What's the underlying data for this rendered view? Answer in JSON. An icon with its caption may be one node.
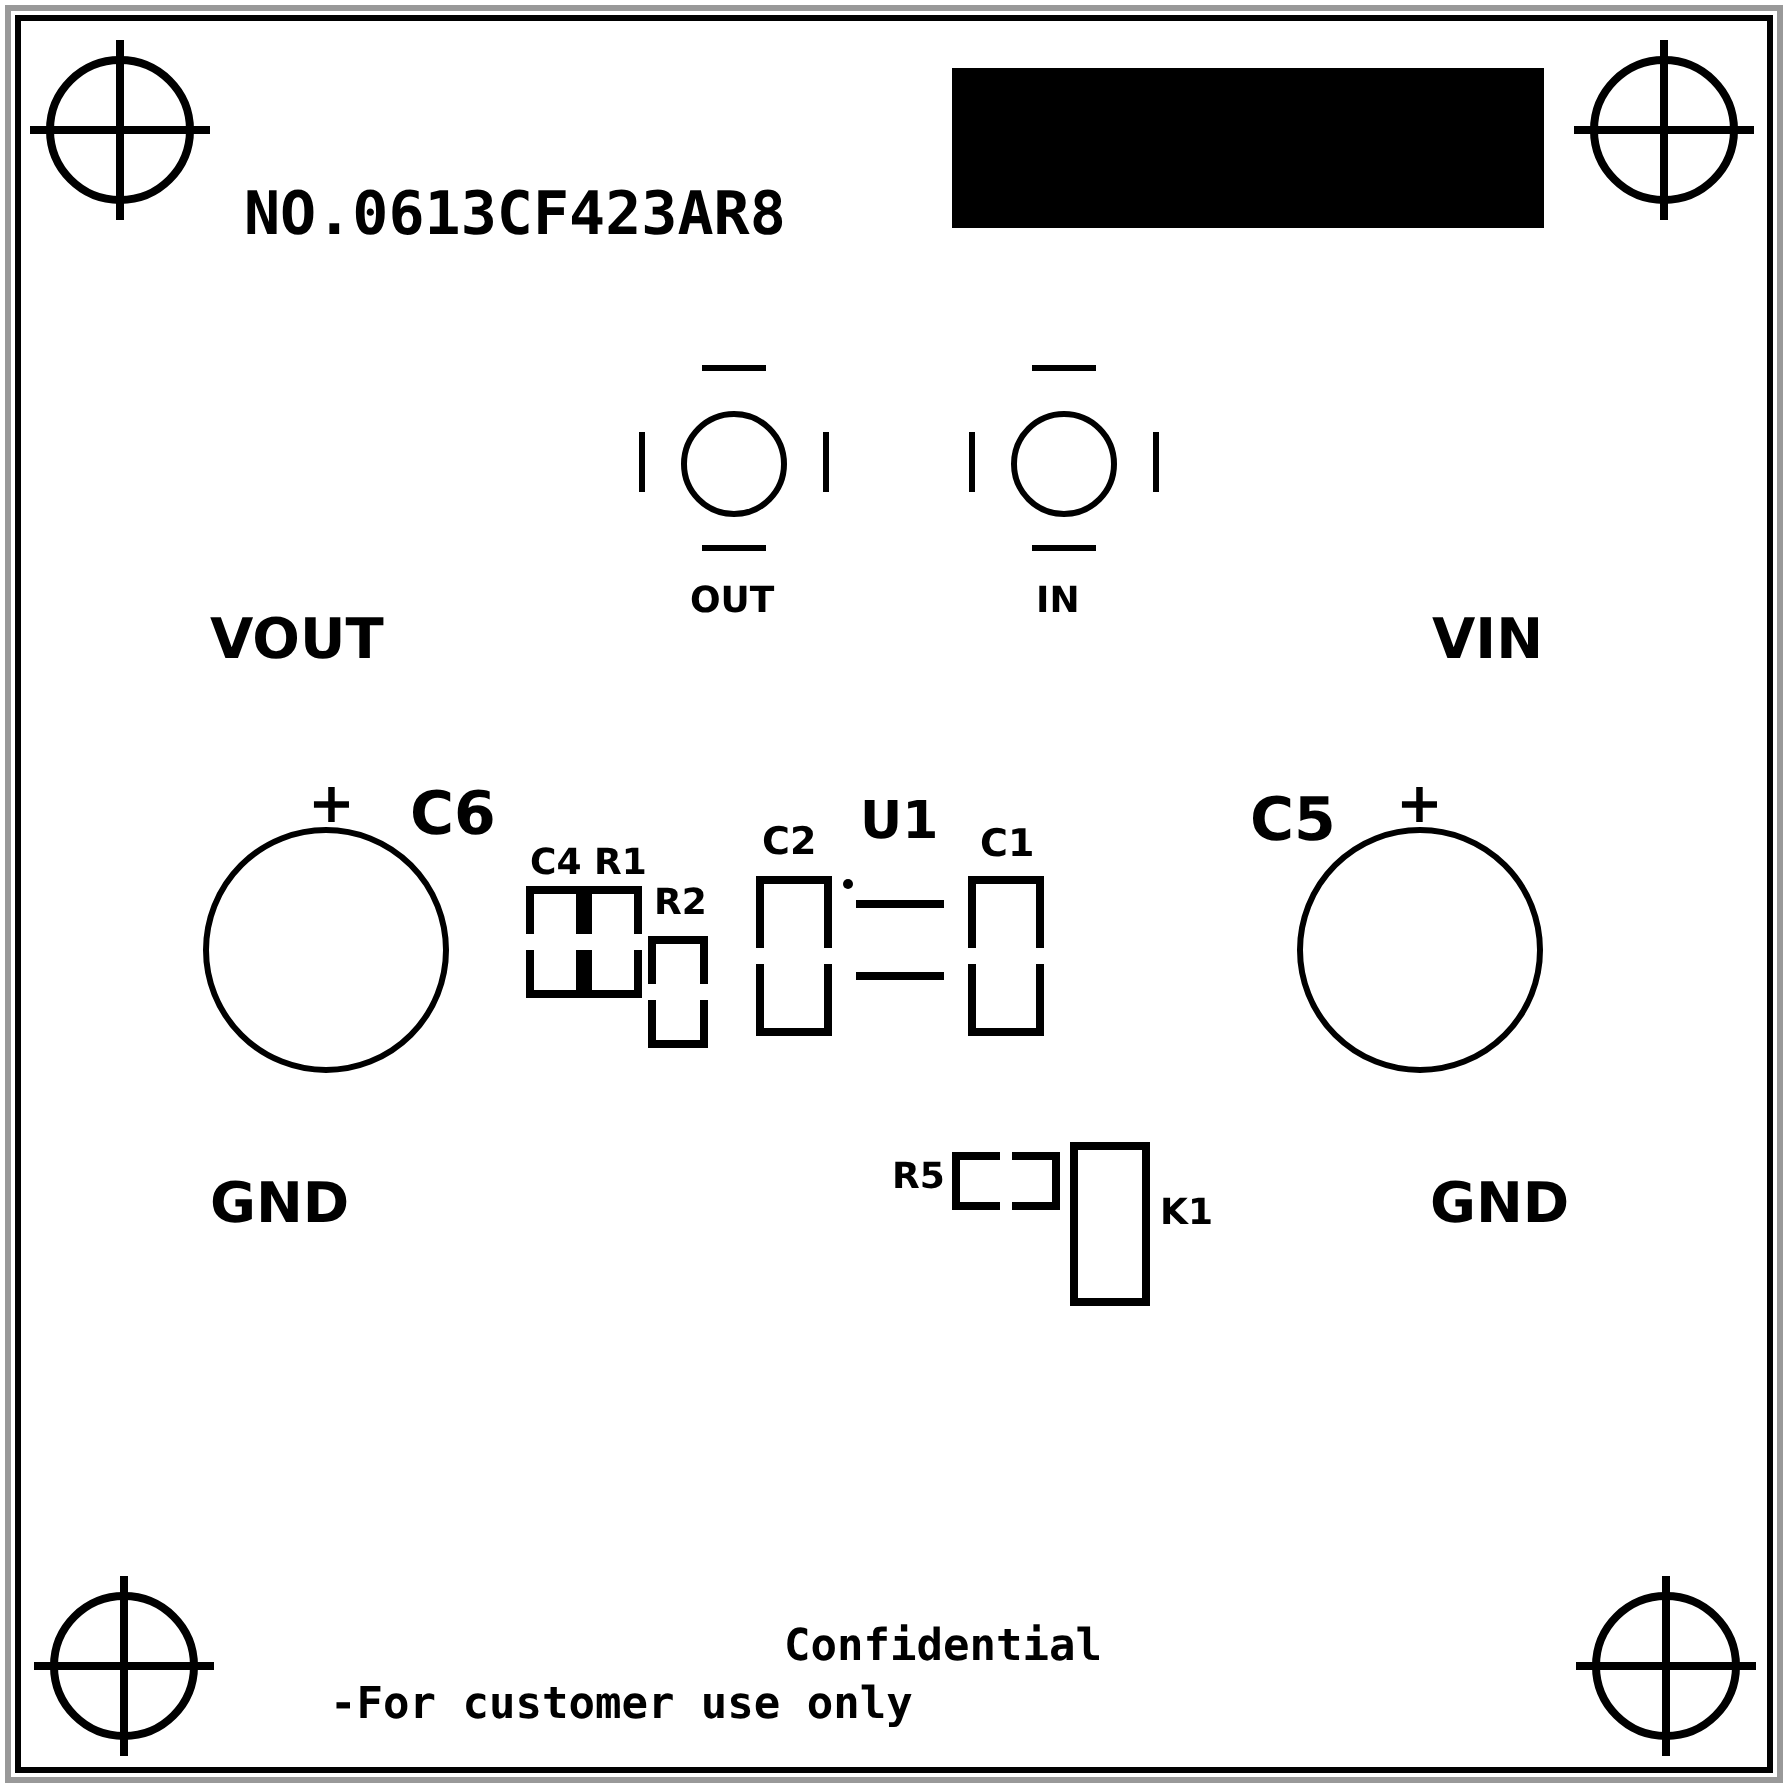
{
  "diagram": {
    "labels": [
      "NO.0613CF423AR8",
      "OUT",
      "IN",
      "VOUT",
      "VIN",
      "+",
      "C6",
      "U1",
      "C5",
      "+",
      "C4",
      "R1",
      "C2",
      "C1",
      "R2",
      "GND",
      "R5",
      "K1",
      "GND",
      "Confidential -For customer use only"
    ]
  }
}
